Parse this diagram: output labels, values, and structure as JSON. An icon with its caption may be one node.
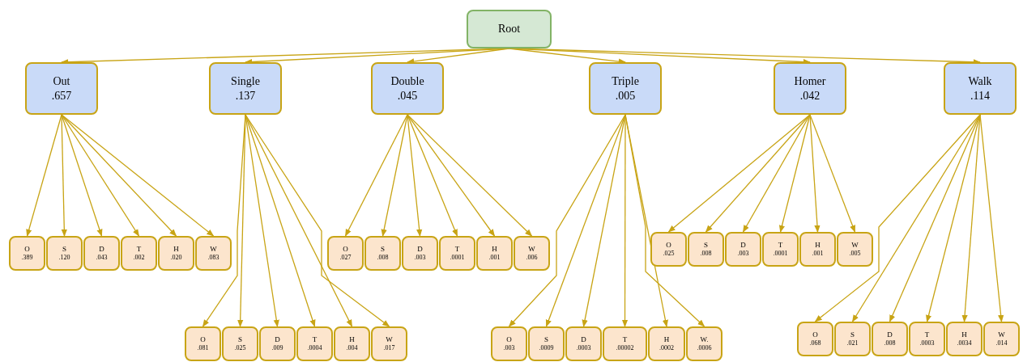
{
  "diagram": {
    "nodes": [
      {
        "text": [
          "Root"
        ]
      },
      {
        "text": [
          "Out",
          ".657"
        ]
      },
      {
        "text": [
          "Single",
          ".137"
        ]
      },
      {
        "text": [
          "Double",
          ".045"
        ]
      },
      {
        "text": [
          "Triple",
          ".005"
        ]
      },
      {
        "text": [
          "Homer",
          ".042"
        ]
      },
      {
        "text": [
          "Walk",
          ".114"
        ]
      },
      {
        "text": [
          "O",
          ".389"
        ]
      },
      {
        "text": [
          "S",
          ".120"
        ]
      },
      {
        "text": [
          "D",
          ".043"
        ]
      },
      {
        "text": [
          "T",
          ".002"
        ]
      },
      {
        "text": [
          "H",
          ".020"
        ]
      },
      {
        "text": [
          "W",
          ".083"
        ]
      },
      {
        "text": [
          "O",
          ".081"
        ]
      },
      {
        "text": [
          "S",
          ".025"
        ]
      },
      {
        "text": [
          "D",
          ".009"
        ]
      },
      {
        "text": [
          "T",
          ".0004"
        ]
      },
      {
        "text": [
          "H",
          ".004"
        ]
      },
      {
        "text": [
          "W",
          ".017"
        ]
      },
      {
        "text": [
          "O",
          ".027"
        ]
      },
      {
        "text": [
          "S",
          ".008"
        ]
      },
      {
        "text": [
          "D",
          ".003"
        ]
      },
      {
        "text": [
          "T",
          ".0001"
        ]
      },
      {
        "text": [
          "H",
          ".001"
        ]
      },
      {
        "text": [
          "W",
          ".006"
        ]
      },
      {
        "text": [
          "O",
          ".003"
        ]
      },
      {
        "text": [
          "S",
          ".0009"
        ]
      },
      {
        "text": [
          "D",
          ".0003"
        ]
      },
      {
        "text": [
          "T",
          ".00002"
        ]
      },
      {
        "text": [
          "H",
          ".0002"
        ]
      },
      {
        "text": [
          "W.",
          ".0006"
        ]
      },
      {
        "text": [
          "O",
          ".025"
        ]
      },
      {
        "text": [
          "S",
          ".008"
        ]
      },
      {
        "text": [
          "D",
          ".003"
        ]
      },
      {
        "text": [
          "T",
          ".0001"
        ]
      },
      {
        "text": [
          "H",
          ".001"
        ]
      },
      {
        "text": [
          "W",
          ".005"
        ]
      },
      {
        "text": [
          "O",
          ".068"
        ]
      },
      {
        "text": [
          "S",
          ".021"
        ]
      },
      {
        "text": [
          "D",
          ".008"
        ]
      },
      {
        "text": [
          "T",
          ".0003"
        ]
      },
      {
        "text": [
          "H",
          ".0034"
        ]
      },
      {
        "text": [
          "W",
          ".014"
        ]
      }
    ],
    "edges": [
      {
        "from": 0,
        "to": 1,
        "arrow": "to"
      },
      {
        "from": 0,
        "to": 2,
        "arrow": "to"
      },
      {
        "from": 0,
        "to": 3,
        "arrow": "to"
      },
      {
        "from": 0,
        "to": 4,
        "arrow": "to"
      },
      {
        "from": 0,
        "to": 5,
        "arrow": "to"
      },
      {
        "from": 0,
        "to": 6,
        "arrow": "to"
      },
      {
        "from": 1,
        "to": 7,
        "arrow": "to"
      },
      {
        "from": 1,
        "to": 8,
        "arrow": "to"
      },
      {
        "from": 1,
        "to": 9,
        "arrow": "to"
      },
      {
        "from": 1,
        "to": 10,
        "arrow": "to"
      },
      {
        "from": 1,
        "to": 11,
        "arrow": "to"
      },
      {
        "from": 1,
        "to": 12,
        "arrow": "to"
      },
      {
        "from": 2,
        "to": 13,
        "arrow": "to"
      },
      {
        "from": 2,
        "to": 14,
        "arrow": "to"
      },
      {
        "from": 2,
        "to": 15,
        "arrow": "to"
      },
      {
        "from": 2,
        "to": 16,
        "arrow": "to"
      },
      {
        "from": 2,
        "to": 17,
        "arrow": "to"
      },
      {
        "from": 2,
        "to": 18,
        "arrow": "to"
      },
      {
        "from": 3,
        "to": 19,
        "arrow": "to"
      },
      {
        "from": 3,
        "to": 20,
        "arrow": "to"
      },
      {
        "from": 3,
        "to": 21,
        "arrow": "to"
      },
      {
        "from": 3,
        "to": 22,
        "arrow": "to"
      },
      {
        "from": 3,
        "to": 23,
        "arrow": "to"
      },
      {
        "from": 3,
        "to": 24,
        "arrow": "to"
      },
      {
        "from": 4,
        "to": 25,
        "arrow": "to"
      },
      {
        "from": 4,
        "to": 26,
        "arrow": "to"
      },
      {
        "from": 4,
        "to": 27,
        "arrow": "to"
      },
      {
        "from": 4,
        "to": 28,
        "arrow": "to"
      },
      {
        "from": 4,
        "to": 29,
        "arrow": "to"
      },
      {
        "from": 4,
        "to": 30,
        "arrow": "to"
      },
      {
        "from": 5,
        "to": 31,
        "arrow": "to"
      },
      {
        "from": 5,
        "to": 32,
        "arrow": "to"
      },
      {
        "from": 5,
        "to": 33,
        "arrow": "to"
      },
      {
        "from": 5,
        "to": 34,
        "arrow": "to"
      },
      {
        "from": 5,
        "to": 35,
        "arrow": "to"
      },
      {
        "from": 5,
        "to": 36,
        "arrow": "to"
      },
      {
        "from": 6,
        "to": 37,
        "arrow": "to"
      },
      {
        "from": 6,
        "to": 38,
        "arrow": "to"
      },
      {
        "from": 6,
        "to": 39,
        "arrow": "to"
      },
      {
        "from": 6,
        "to": 40,
        "arrow": "to"
      },
      {
        "from": 6,
        "to": 41,
        "arrow": "to"
      },
      {
        "from": 6,
        "to": 42,
        "arrow": "to"
      }
    ]
  }
}
